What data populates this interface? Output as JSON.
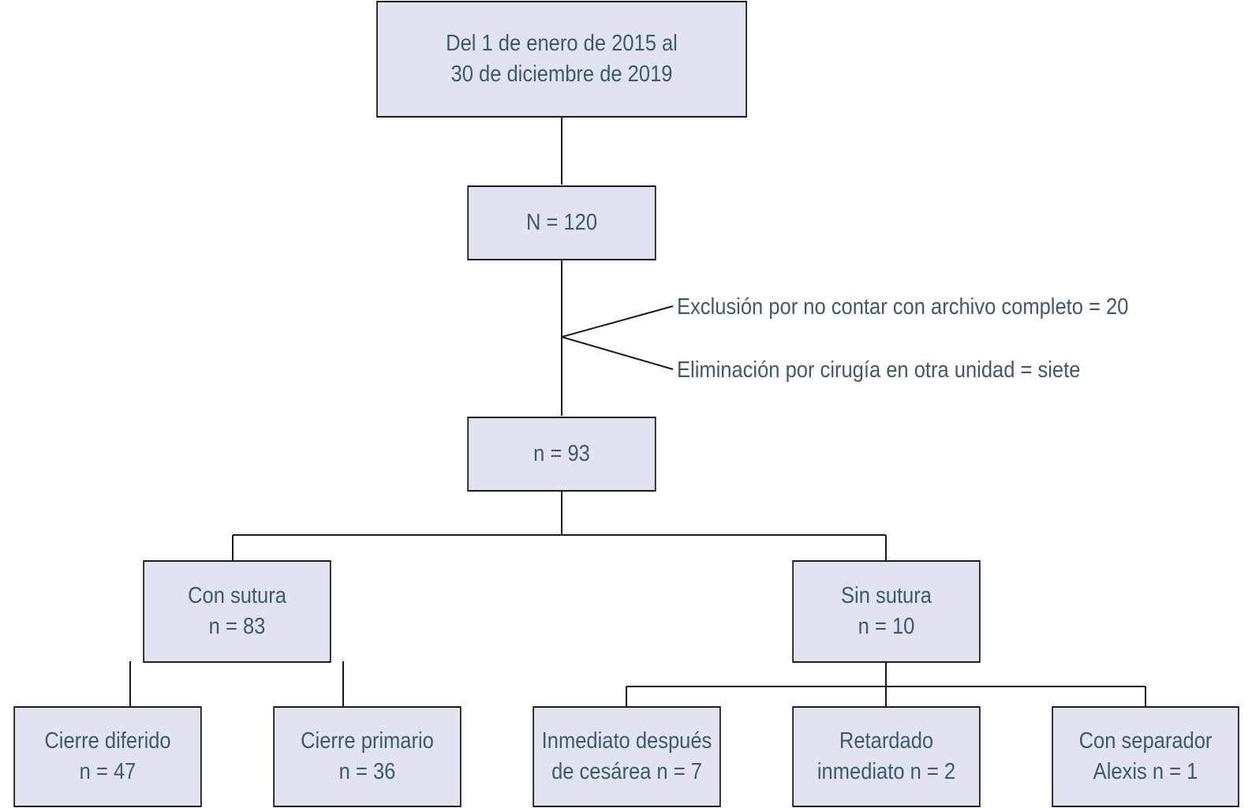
{
  "diagram": {
    "period": {
      "line1": "Del 1 de enero de 2015 al",
      "line2": "30 de diciembre de 2019"
    },
    "total": {
      "label": "N = 120"
    },
    "exclusion": {
      "label": "Exclusión por no contar con archivo completo = 20"
    },
    "elimination": {
      "label": "Eliminación por cirugía en otra unidad = siete"
    },
    "included": {
      "label": "n = 93"
    },
    "with_suture": {
      "line1": "Con sutura",
      "line2": "n = 83"
    },
    "without_suture": {
      "line1": "Sin sutura",
      "line2": "n = 10"
    },
    "delayed_closure": {
      "line1": "Cierre diferido",
      "line2": "n = 47"
    },
    "primary_closure": {
      "line1": "Cierre primario",
      "line2": "n = 36"
    },
    "immediate_after_cesarean": {
      "line1": "Inmediato después",
      "line2": "de cesárea n = 7"
    },
    "delayed_immediate": {
      "line1": "Retardado",
      "line2": "inmediato n = 2"
    },
    "alexis_separator": {
      "line1": "Con separador",
      "line2": "Alexis n = 1"
    },
    "colors": {
      "box_fill": "#e1e3f0",
      "text": "#3d5a6c",
      "line": "#1c1c1c"
    }
  }
}
